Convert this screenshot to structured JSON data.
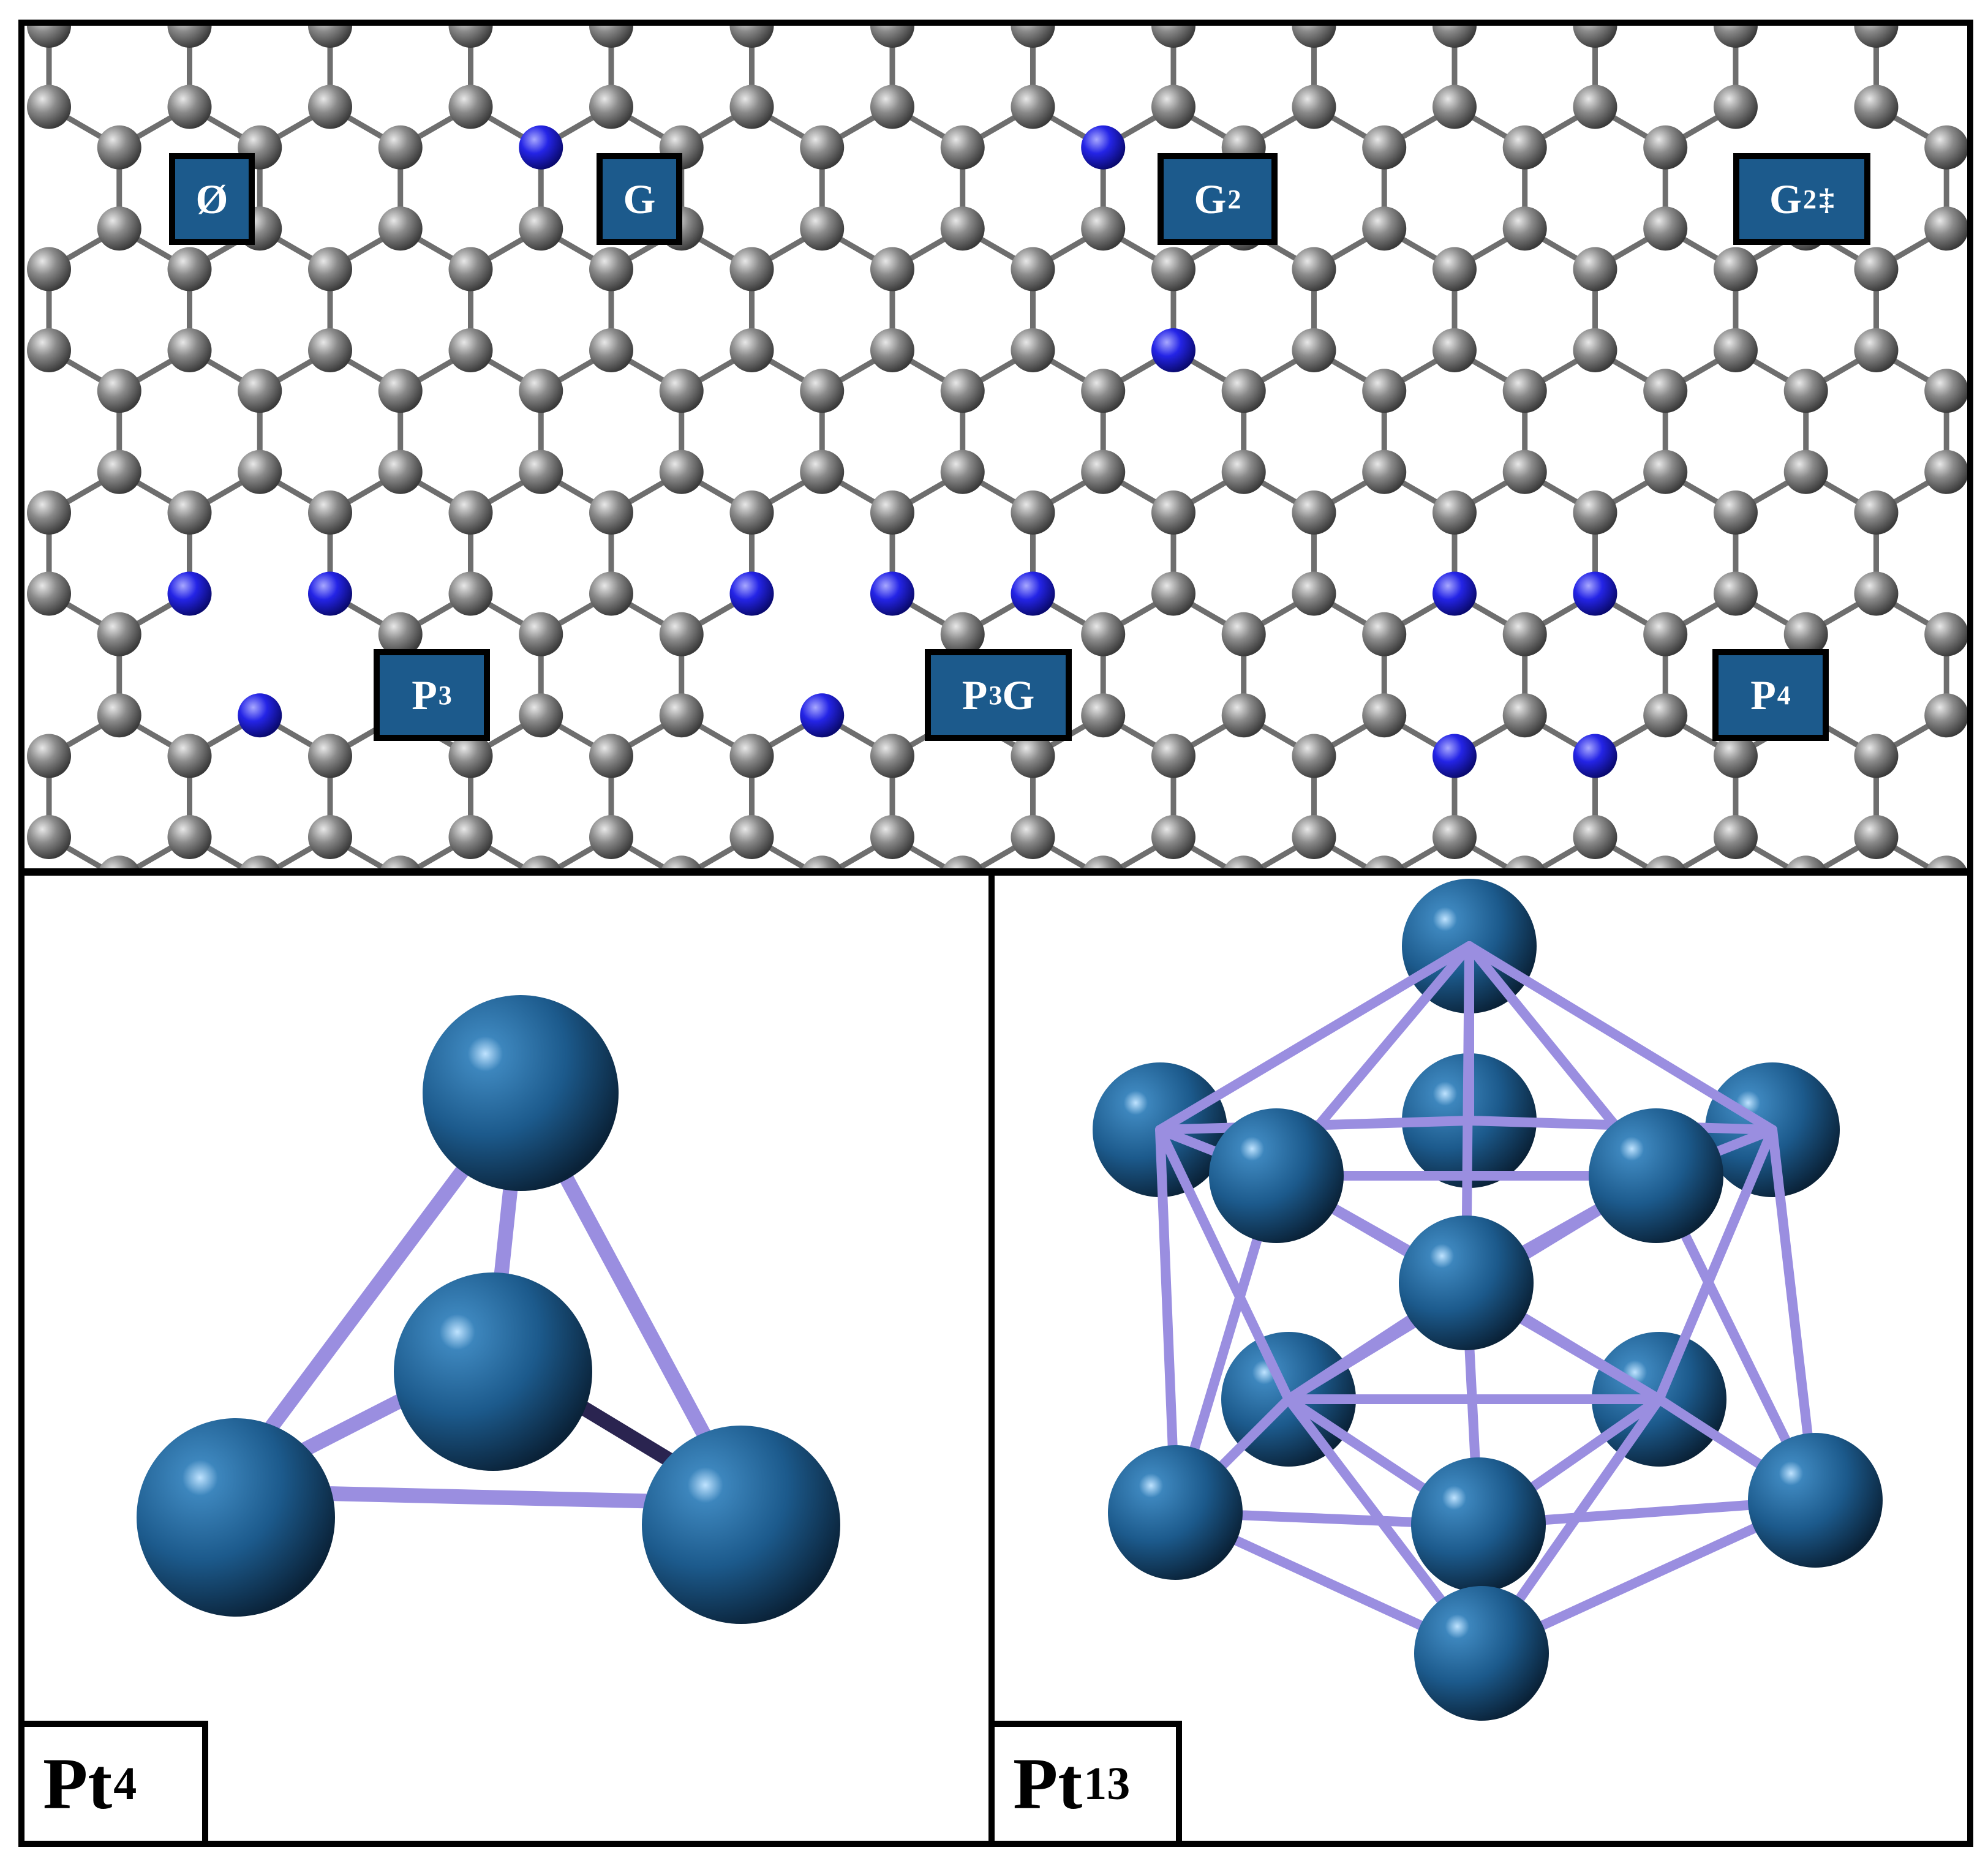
{
  "graphene_labels": [
    {
      "id": "empty",
      "text": "Ø",
      "sub": "",
      "sup": ""
    },
    {
      "id": "g",
      "text": "G",
      "sub": "",
      "sup": ""
    },
    {
      "id": "g2",
      "text": "G",
      "sub": "2",
      "sup": ""
    },
    {
      "id": "g2ddag",
      "text": "G",
      "sub": "2",
      "sup": "‡"
    },
    {
      "id": "p3",
      "text": "P",
      "sub": "3",
      "sup": ""
    },
    {
      "id": "p3g",
      "text": "P",
      "sub": "3",
      "sup": "",
      "suffix": "G"
    },
    {
      "id": "p4",
      "text": "P",
      "sub": "4",
      "sup": ""
    }
  ],
  "clusters": [
    {
      "id": "pt4",
      "text": "Pt",
      "sub": "4"
    },
    {
      "id": "pt13",
      "text": "Pt",
      "sub": "13"
    }
  ],
  "colors": {
    "carbon": "#8a8a8a",
    "nitrogen": "#2020e0",
    "platinum": "#1c5a8c",
    "pt_bond": "#9a8ee0",
    "label_bg": "#1c5a8c"
  }
}
